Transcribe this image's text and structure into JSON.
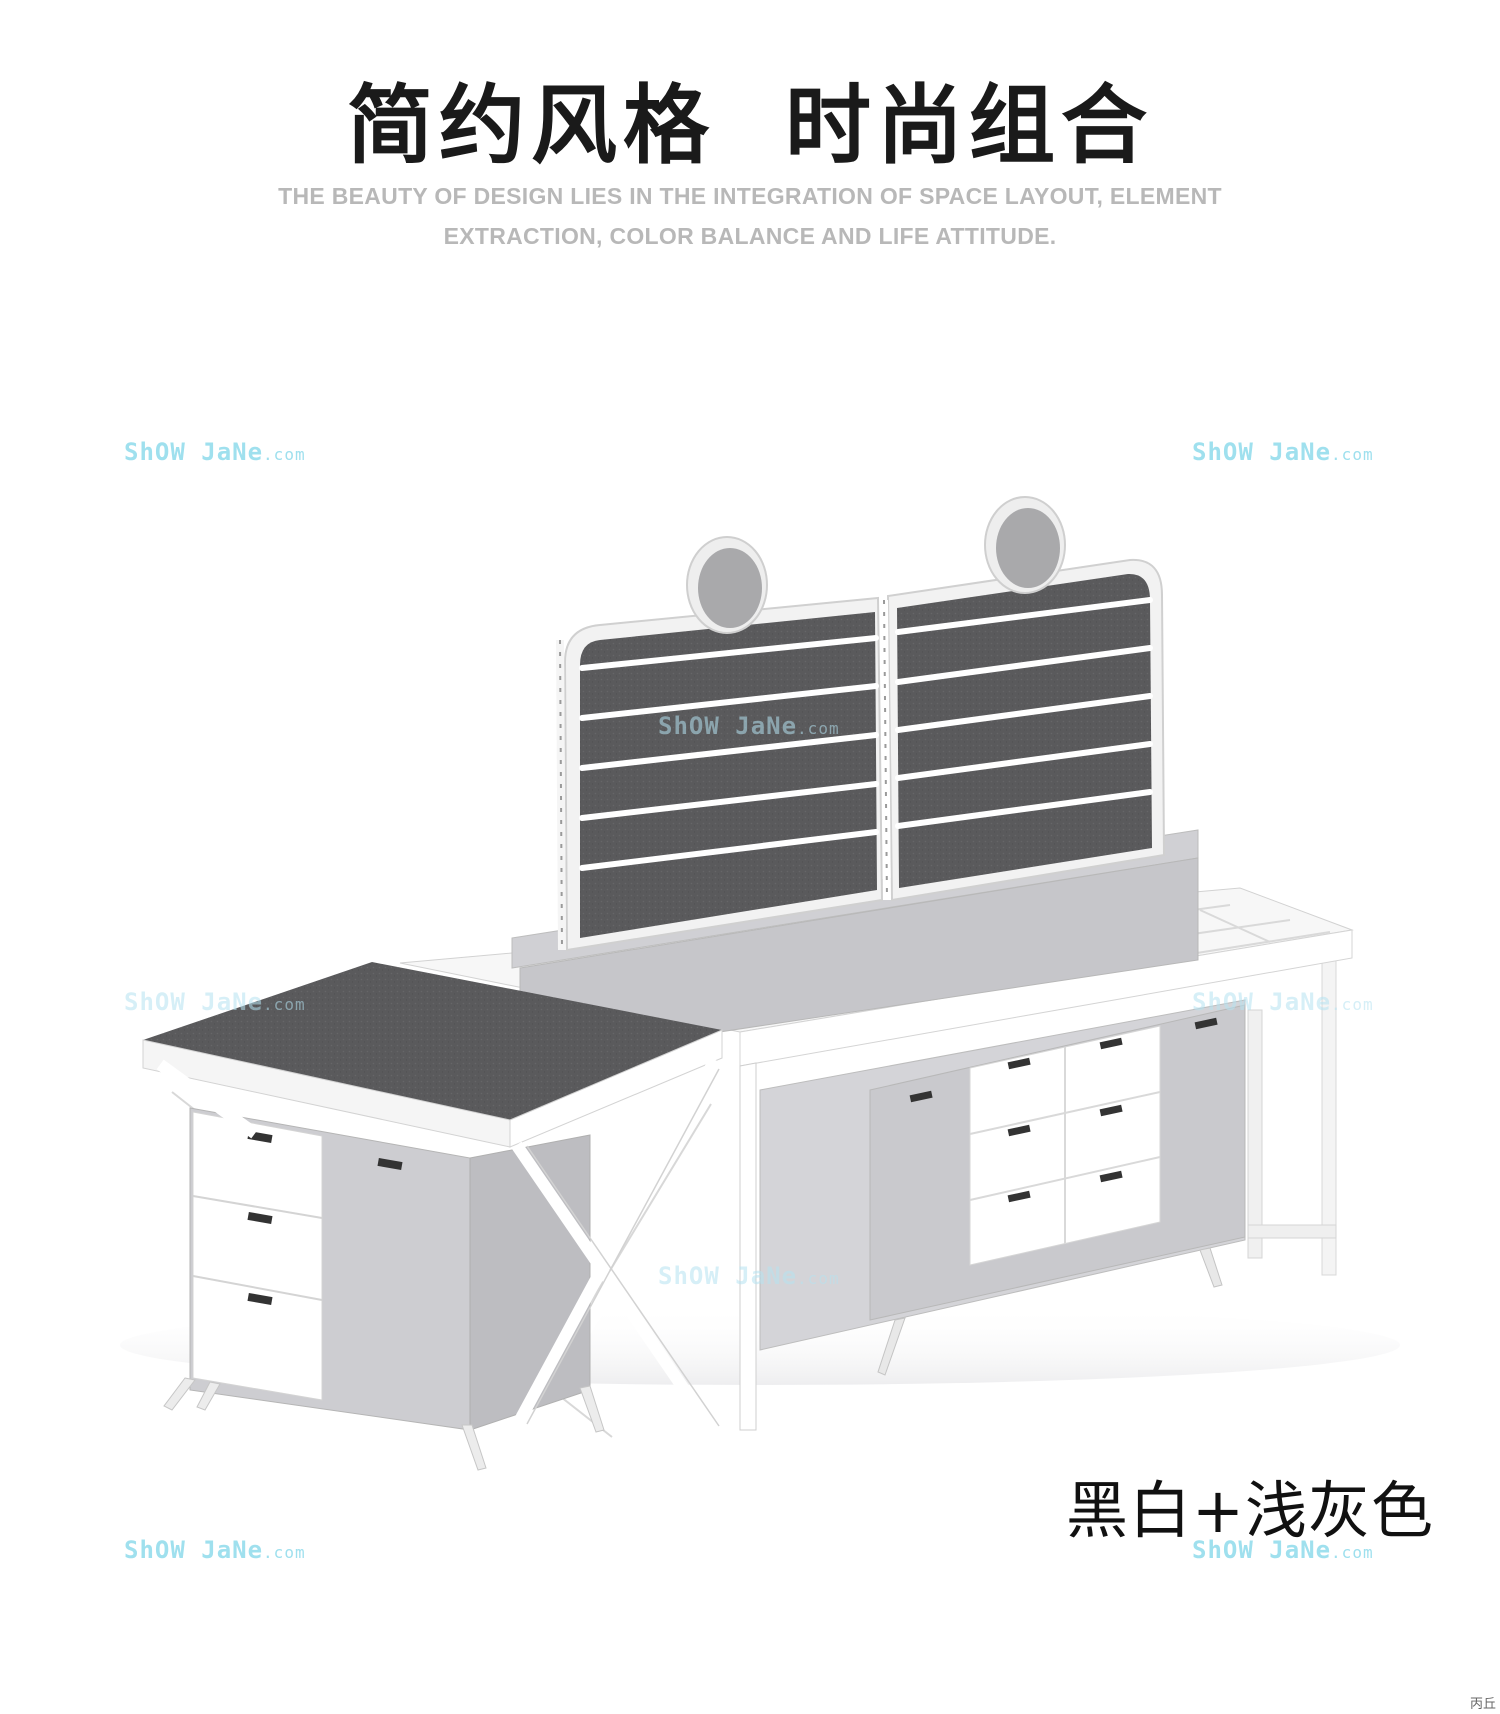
{
  "header": {
    "title_part1": "简约风格",
    "title_part2": "时尚组合",
    "subtitle_line1": "THE BEAUTY OF DESIGN LIES IN THE INTEGRATION OF SPACE LAYOUT, ELEMENT",
    "subtitle_line2": "EXTRACTION, COLOR BALANCE AND LIFE ATTITUDE."
  },
  "watermark": {
    "brand": "ShOW JaNe",
    "suffix": ".com"
  },
  "caption": "黑白+浅灰色",
  "corner_mark": "丙丘",
  "colors": {
    "title": "#1a1a1a",
    "subtitle": "#b8b8b8",
    "watermark": "#9fe0ee",
    "panel_dark": "#5a5a5a",
    "cabinet_gray": "#c8c8cc",
    "drawer_white": "#ffffff"
  }
}
